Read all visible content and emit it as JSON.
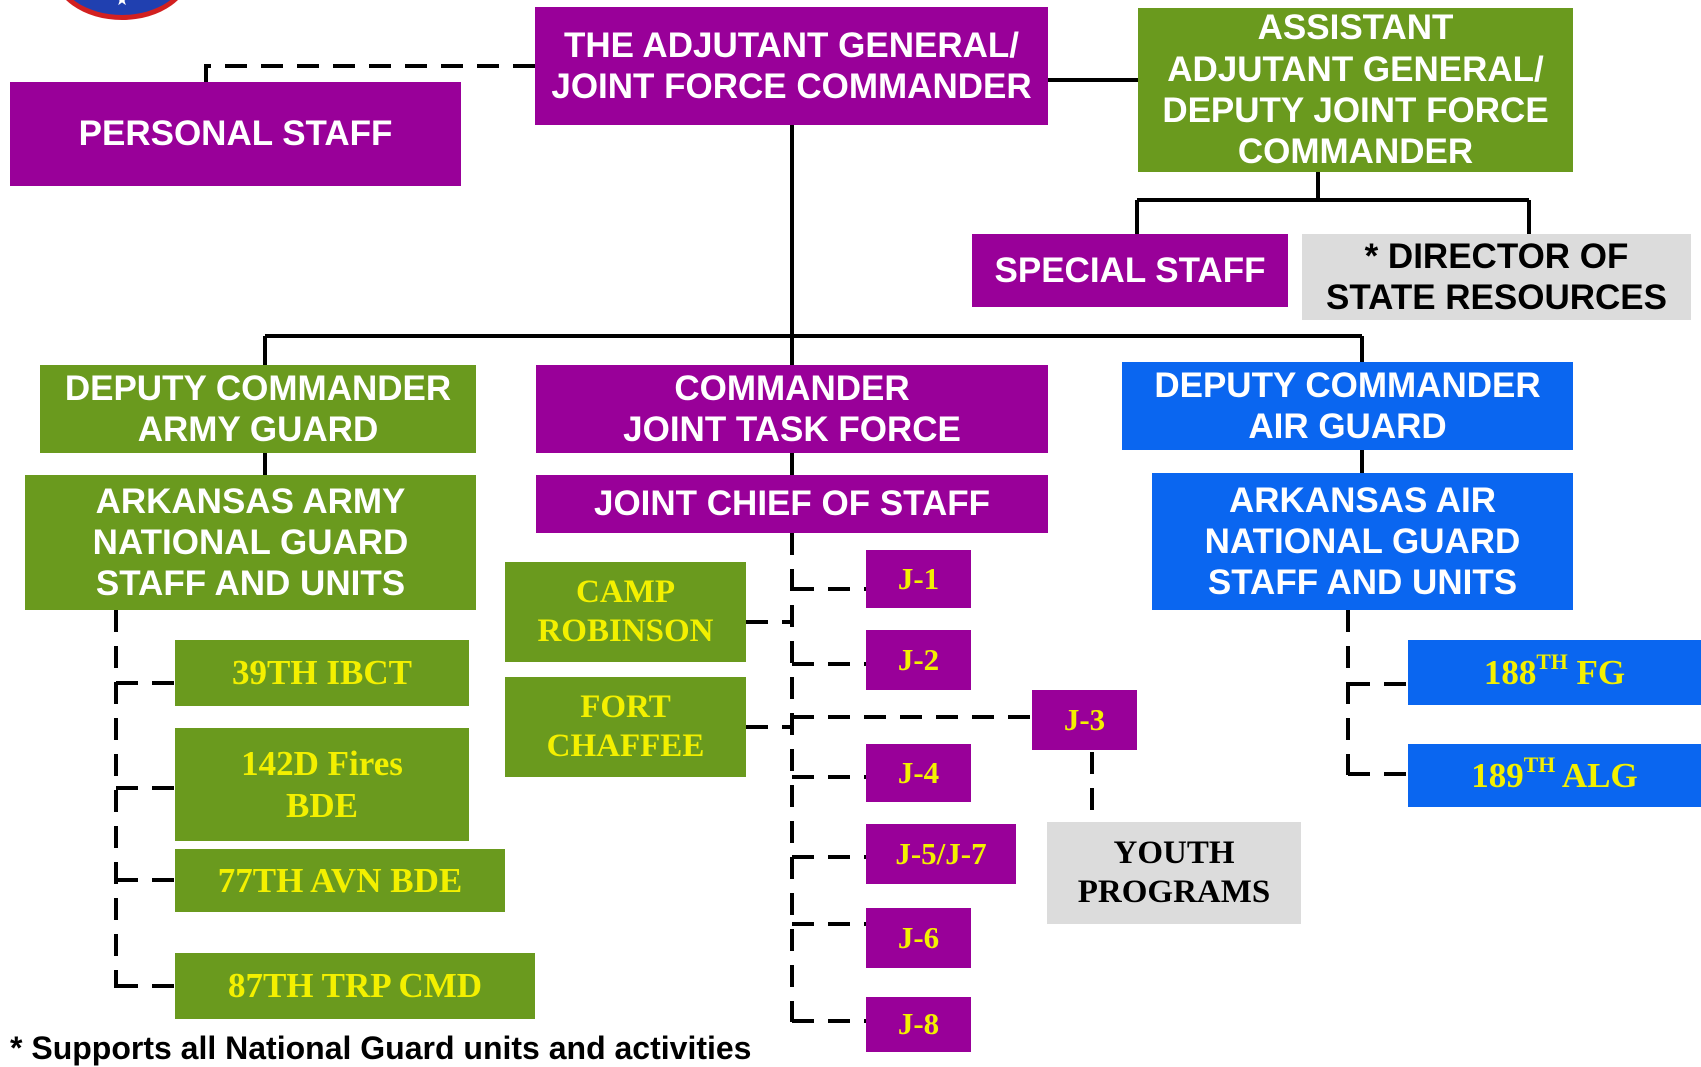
{
  "nodes": {
    "tag": "THE ADJUTANT GENERAL/\nJOINT FORCE COMMANDER",
    "assistant_tag": "ASSISTANT\nADJUTANT GENERAL/\nDEPUTY JOINT FORCE\nCOMMANDER",
    "personal_staff": "PERSONAL STAFF",
    "special_staff": "SPECIAL STAFF",
    "director_state_resources": "* DIRECTOR OF\nSTATE RESOURCES",
    "deputy_army": "DEPUTY COMMANDER\nARMY GUARD",
    "commander_jtf": "COMMANDER\nJOINT TASK FORCE",
    "deputy_air": "DEPUTY COMMANDER\nAIR GUARD",
    "army_units": "ARKANSAS ARMY\nNATIONAL GUARD\nSTAFF AND UNITS",
    "joint_chief": "JOINT CHIEF OF STAFF",
    "air_units": "ARKANSAS AIR\nNATIONAL GUARD\nSTAFF AND UNITS",
    "camp_robinson": "CAMP\nROBINSON",
    "fort_chaffee": "FORT\nCHAFFEE",
    "ibct": "39TH IBCT",
    "fires_bde": "142D Fires\nBDE",
    "avn_bde": "77TH AVN BDE",
    "trp_cmd": "87TH TRP CMD",
    "j1": "J-1",
    "j2": "J-2",
    "j3": "J-3",
    "j4": "J-4",
    "j57": "J-5/J-7",
    "j6": "J-6",
    "j8": "J-8",
    "youth_programs": "YOUTH\nPROGRAMS",
    "fg_num": "188",
    "fg_sup": "TH",
    "fg_unit": "FG",
    "alg_num": "189",
    "alg_sup": "TH",
    "alg_unit": "ALG"
  },
  "footnote": "* Supports all National Guard units and activities",
  "logo_icon": "national-guard-seal-icon",
  "colors": {
    "purple": "#990099",
    "green": "#6a9a1e",
    "blue": "#0a66f0",
    "gray": "#dcdcdc",
    "white_text": "#ffffff",
    "yellow_text": "#f3f000",
    "black_text": "#000000"
  }
}
